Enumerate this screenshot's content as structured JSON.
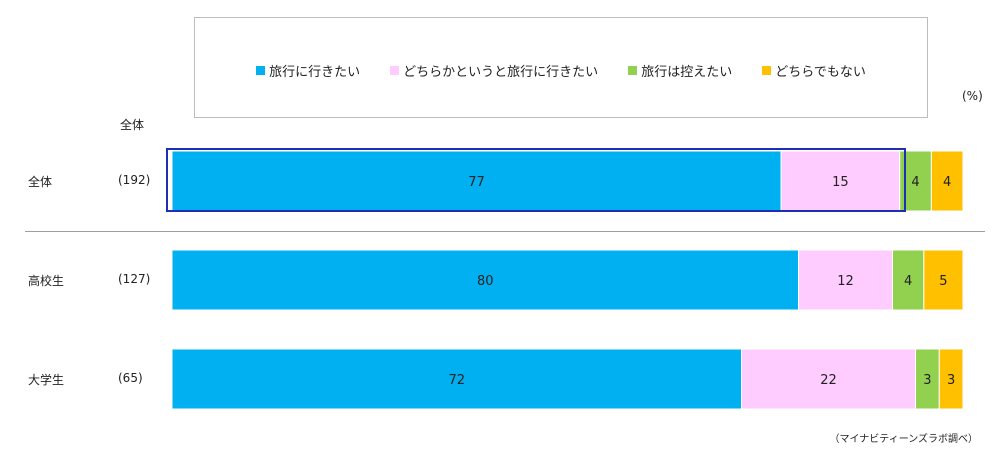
{
  "legend": {
    "items": [
      {
        "label": "旅行に行きたい",
        "color": "#00b0f0"
      },
      {
        "label": "どちらかというと旅行に行きたい",
        "color": "#ffccff"
      },
      {
        "label": "旅行は控えたい",
        "color": "#92d050"
      },
      {
        "label": "どちらでもない",
        "color": "#ffc000"
      }
    ]
  },
  "unit_label": "(%)",
  "column_header": "全体",
  "source_note": "（マイナビティーンズラボ調べ）",
  "chart_data": {
    "type": "bar",
    "orientation": "horizontal",
    "stacked": true,
    "categories": [
      "全体",
      "高校生",
      "大学生"
    ],
    "sample_sizes": [
      "(192)",
      "(127)",
      "(65)"
    ],
    "series": [
      {
        "name": "旅行に行きたい",
        "values": [
          77,
          80,
          72
        ],
        "color": "#00b0f0"
      },
      {
        "name": "どちらかというと旅行に行きたい",
        "values": [
          15,
          12,
          22
        ],
        "color": "#ffccff"
      },
      {
        "name": "旅行は控えたい",
        "values": [
          4,
          4,
          3
        ],
        "color": "#92d050"
      },
      {
        "name": "どちらでもない",
        "values": [
          4,
          5,
          3
        ],
        "color": "#ffc000"
      }
    ],
    "xlim": [
      0,
      100
    ],
    "grid": false,
    "legend_position": "top"
  }
}
